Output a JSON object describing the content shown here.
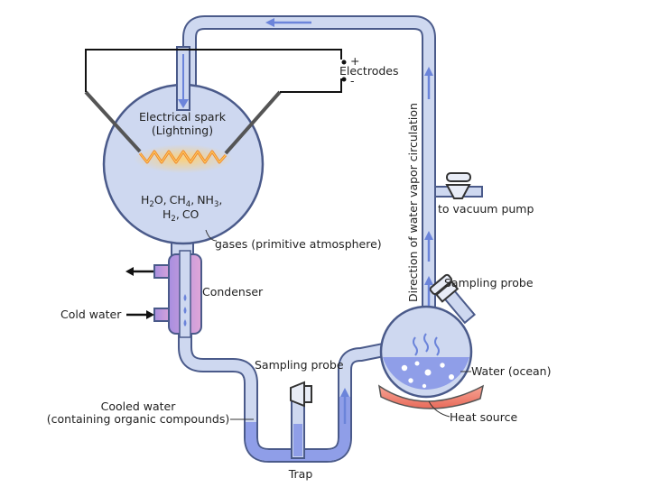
{
  "labels": {
    "electrodes": "Electrodes",
    "plus": "+",
    "minus": "-",
    "spark_line1": "Electrical spark",
    "spark_line2": "(Lightning)",
    "gases": "gases (primitive atmosphere)",
    "vacuum": "to vacuum pump",
    "direction": "Direction of water vapor circulation",
    "condenser": "Condenser",
    "cold_water": "Cold water",
    "sampling_probe_right": "Sampling probe",
    "sampling_probe_trap": "Sampling probe",
    "water_ocean": "Water (ocean)",
    "heat_source": "Heat source",
    "cooled_line1": "Cooled water",
    "cooled_line2": "(containing organic compounds)",
    "trap": "Trap"
  },
  "formula": {
    "h2o": "H",
    "h2o_sub": "2",
    "h2o_tail": "O,",
    "ch": "CH",
    "ch_sub": "4",
    "ch_tail": ",",
    "nh": "NH",
    "nh_sub": "3",
    "nh_tail": ",",
    "h2": "H",
    "h2_sub": "2",
    "h2_tail": ",",
    "co": "CO"
  },
  "colors": {
    "tube_fill": "#ced8f0",
    "tube_stroke": "#4a5a8a",
    "water": "#8f9ee8",
    "arrow": "#6b84da",
    "condenser": "#c892d8",
    "heat": "#f08070",
    "spark": "#f0a020"
  },
  "icons": {
    "flow_arrows": "arrow-icon",
    "flask_bubbles": "bubble-icon"
  }
}
